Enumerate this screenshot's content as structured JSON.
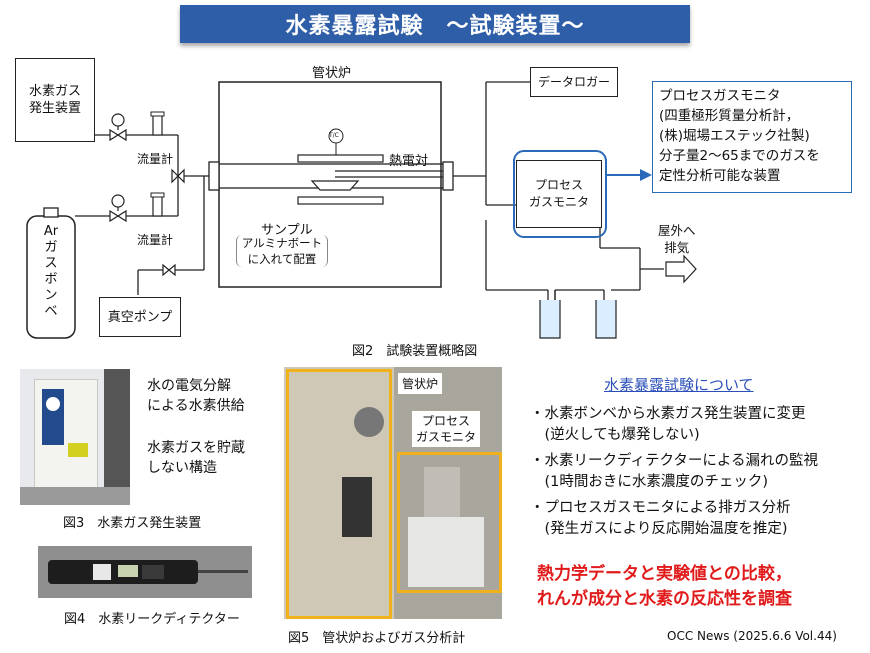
{
  "title": "水素暴露試験　～試験装置～",
  "diagram": {
    "h2_generator": "水素ガス\n発生装置",
    "flowmeter_1": "流量計",
    "flowmeter_2": "流量計",
    "ar_cylinder": "Ar\nガ\nス\nボ\nン\nベ",
    "vacuum_pump": "真空ポンプ",
    "furnace": "管状炉",
    "tc": "T/C",
    "thermocouple": "熱電対",
    "sample": "サンプル",
    "sample_note": "アルミナボートに入れて配置",
    "data_logger": "データロガー",
    "process_monitor": "プロセス\nガスモニタ",
    "exhaust": "屋外へ\n排気",
    "monitor_desc": "プロセスガスモニタ\n(四重極形質量分析計，\n(株)堀場エステック社製)\n分子量2～65までのガスを\n定性分析可能な装置",
    "caption": "図2　試験装置概略図"
  },
  "fig3": {
    "caption": "図3　水素ガス発生装置",
    "note1": "水の電気分解\nによる水素供給",
    "note2": "水素ガスを貯蔵\nしない構造"
  },
  "fig4": {
    "caption": "図4　水素リークディテクター"
  },
  "fig5": {
    "caption": "図5　管状炉およびガス分析計",
    "label_furnace": "管状炉",
    "label_monitor": "プロセス\nガスモニタ"
  },
  "about": {
    "heading": "水素暴露試験について",
    "items": [
      "・水素ボンベから水素ガス発生装置に変更",
      "　(逆火しても爆発しない)",
      "・水素リークディテクターによる漏れの監視",
      "　(1時間おきに水素濃度のチェック)",
      "・プロセスガスモニタによる排ガス分析",
      "　(発生ガスにより反応開始温度を推定)"
    ],
    "conclusion_1": "熱力学データと実験値との比較，",
    "conclusion_2": "れんが成分と水素の反応性を調査"
  },
  "footer": "OCC News (2025.6.6 Vol.44)",
  "colors": {
    "title_bg": "#2f5ea8",
    "accent_blue": "#2a6ab8",
    "red": "#e11b1b",
    "photo_frame": "#f0b21c"
  }
}
